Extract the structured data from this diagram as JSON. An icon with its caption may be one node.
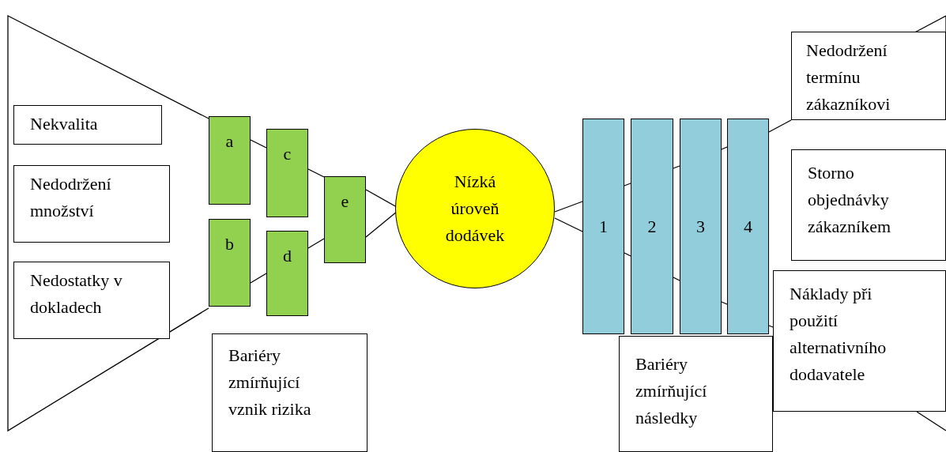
{
  "diagram": {
    "nodes": [
      {
        "text": [
          "Nekvalita"
        ]
      },
      {
        "text": [
          "Nedodržení množství"
        ]
      },
      {
        "text": [
          "Nedostatky v dokladech"
        ]
      },
      {
        "text": [
          "a"
        ]
      },
      {
        "text": [
          "b"
        ]
      },
      {
        "text": [
          "c"
        ]
      },
      {
        "text": [
          "d"
        ]
      },
      {
        "text": [
          "e"
        ]
      },
      {
        "text": [
          "Bariéry zmírňující vznik rizika"
        ]
      },
      {
        "text": [
          "Nízká úroveň dodávek"
        ]
      },
      {
        "text": [
          "1"
        ]
      },
      {
        "text": [
          "2"
        ]
      },
      {
        "text": [
          "3"
        ]
      },
      {
        "text": [
          "4"
        ]
      },
      {
        "text": [
          "Nedodržení termínu zákazníkovi"
        ]
      },
      {
        "text": [
          "Storno objednávky zákazníkem"
        ]
      },
      {
        "text": [
          "Náklady při použití alternativního dodavatele"
        ]
      },
      {
        "text": [
          "Bariéry zmírňující následky"
        ]
      }
    ],
    "edges": [
      {
        "from": 3,
        "to": 5,
        "arrow": "none"
      },
      {
        "from": 5,
        "to": 7,
        "arrow": "none"
      },
      {
        "from": 4,
        "to": 6,
        "arrow": "none"
      },
      {
        "from": 6,
        "to": 7,
        "arrow": "none"
      },
      {
        "from": 7,
        "to": 9,
        "arrow": "none"
      },
      {
        "from": 7,
        "to": 9,
        "arrow": "none"
      },
      {
        "from": 9,
        "to": 10,
        "arrow": "none"
      },
      {
        "from": 9,
        "to": 10,
        "arrow": "none"
      },
      {
        "from": 10,
        "to": 11,
        "arrow": "none"
      },
      {
        "from": 10,
        "to": 11,
        "arrow": "none"
      },
      {
        "from": 11,
        "to": 12,
        "arrow": "none"
      },
      {
        "from": 11,
        "to": 12,
        "arrow": "none"
      },
      {
        "from": 12,
        "to": 13,
        "arrow": "none"
      },
      {
        "from": 12,
        "to": 13,
        "arrow": "none"
      },
      {
        "from": 13,
        "to": 14,
        "arrow": "none"
      },
      {
        "from": 13,
        "to": 16,
        "arrow": "none"
      }
    ]
  }
}
